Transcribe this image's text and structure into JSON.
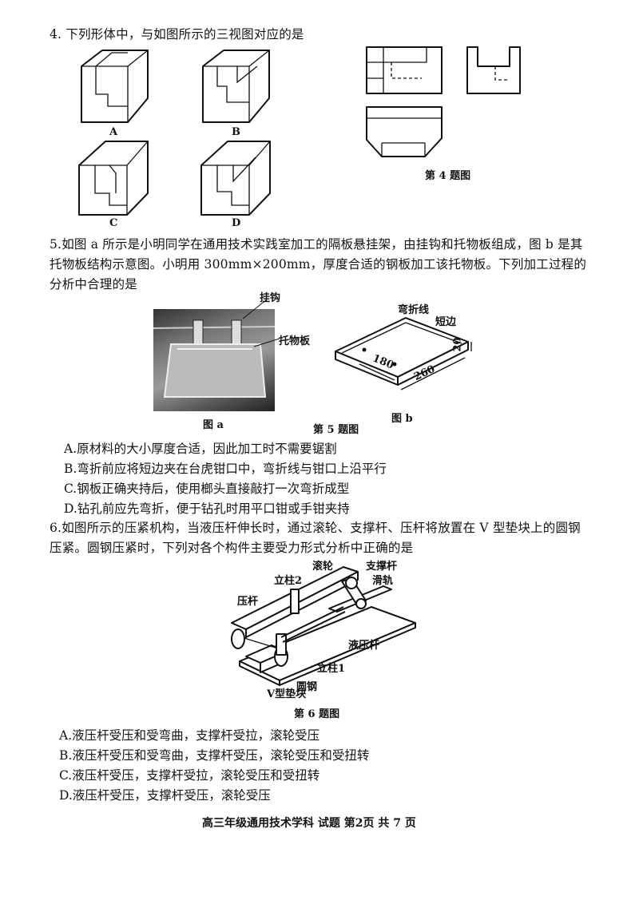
{
  "q4": {
    "stem": "4.  下列形体中，与如图所示的三视图对应的是",
    "labels": [
      "A",
      "B",
      "C",
      "D"
    ],
    "caption": "第 4 题图"
  },
  "q5": {
    "stem_line1": "5.如图 a 所示是小明同学在通用技术实践室加工的隔板悬挂架，由挂钩和托物板组成，图 b 是其",
    "stem_line2": "托物板结构示意图。小明用  300mm×200mm，厚度合适的钢板加工该托物板。下列加工过程的",
    "stem_line3": "分析中合理的是",
    "photo_labels": {
      "hook": "挂钩",
      "plate": "托物板",
      "caption": "图 a"
    },
    "diagram_labels": {
      "bend_line": "弯折线",
      "short_edge": "短边",
      "dim_20": "20",
      "dim_180": "180",
      "dim_260": "260",
      "caption": "图 b"
    },
    "caption": "第 5 题图",
    "options": [
      "A.原材料的大小厚度合适，因此加工时不需要锯割",
      "B.弯折前应将短边夹在台虎钳口中，弯折线与钳口上沿平行",
      "C.钢板正确夹持后，使用榔头直接敲打一次弯折成型",
      "D.钻孔前应先弯折，便于钻孔时用平口钳或手钳夹持"
    ]
  },
  "q6": {
    "stem_line1": "6.如图所示的压紧机构，当液压杆伸长时，通过滚轮、支撑杆、压杆将放置在 V 型垫块上的圆钢",
    "stem_line2": "压紧。圆钢压紧时，下列对各个构件主要受力形式分析中正确的是",
    "labels": {
      "roller": "滚轮",
      "support_rod": "支撑杆",
      "rail": "滑轨",
      "post2": "立柱2",
      "press_rod": "压杆",
      "hydraulic_rod": "液压杆",
      "post1": "立柱1",
      "v_block": "V型垫块",
      "round_steel": "圆钢"
    },
    "caption": "第 6 题图",
    "options": [
      "A.液压杆受压和受弯曲，支撑杆受拉，滚轮受压",
      "B.液压杆受压和受弯曲，支撑杆受压，滚轮受压和受扭转",
      "C.液压杆受压，支撑杆受拉，滚轮受压和受扭转",
      "D.液压杆受压，支撑杆受压，滚轮受压"
    ]
  },
  "footer": "高三年级通用技术学科  试题  第2页  共 7 页"
}
